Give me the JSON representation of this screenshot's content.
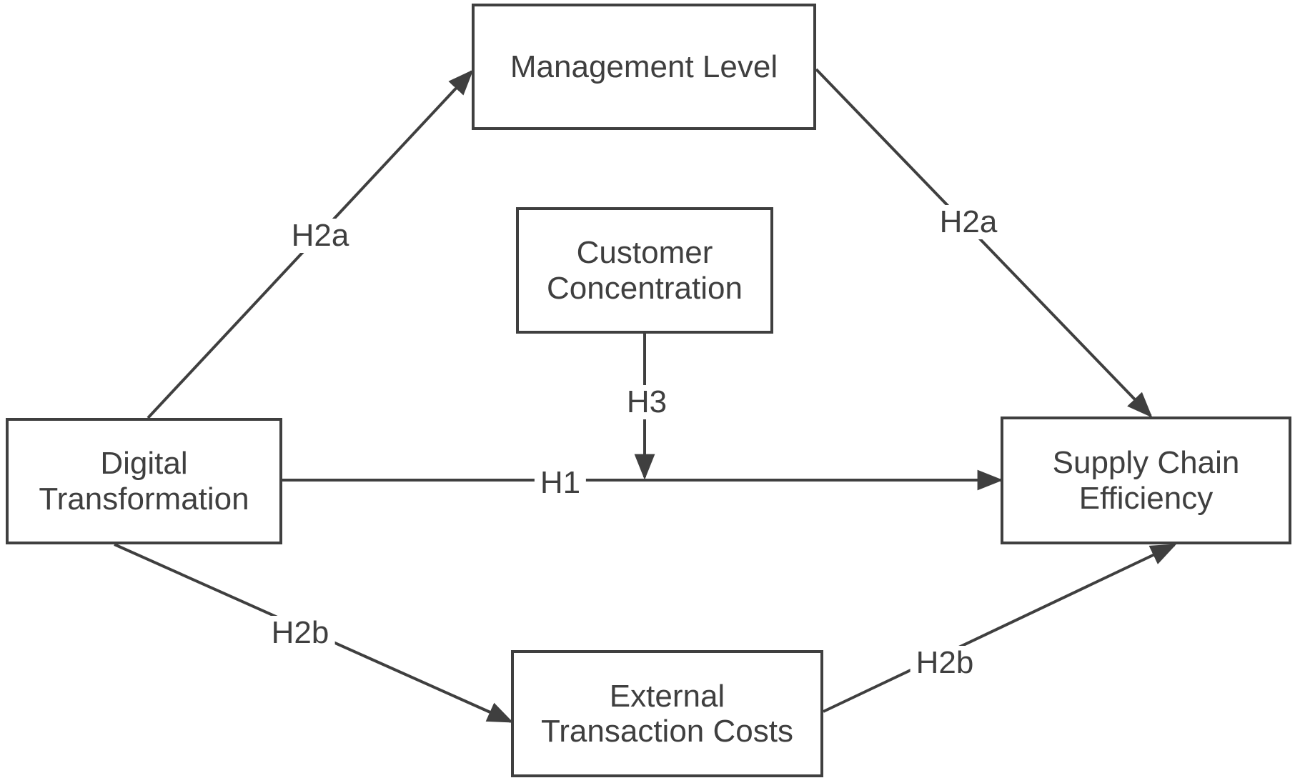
{
  "colors": {
    "background": "#ffffff",
    "stroke": "#3f3f3f",
    "text": "#3f3f3f",
    "box_fill": "#ffffff"
  },
  "boxes": {
    "management_level": {
      "line1": "Management Level",
      "line2": ""
    },
    "customer_concentration": {
      "line1": "Customer",
      "line2": "Concentration"
    },
    "digital_transformation": {
      "line1": "Digital",
      "line2": "Transformation"
    },
    "supply_chain_efficiency": {
      "line1": "Supply Chain",
      "line2": "Efficiency"
    },
    "external_transaction_costs": {
      "line1": "External",
      "line2": "Transaction Costs"
    }
  },
  "hypothesis_labels": {
    "h2a_left": "H2a",
    "h2a_right": "H2a",
    "h1": "H1",
    "h3": "H3",
    "h2b_left": "H2b",
    "h2b_right": "H2b"
  },
  "edges": [
    {
      "from": "Digital Transformation",
      "to": "Management Level",
      "label": "H2a"
    },
    {
      "from": "Management Level",
      "to": "Supply Chain Efficiency",
      "label": "H2a"
    },
    {
      "from": "Digital Transformation",
      "to": "Supply Chain Efficiency",
      "label": "H1"
    },
    {
      "from": "Customer Concentration",
      "to": "H1 path (moderation)",
      "label": "H3"
    },
    {
      "from": "Digital Transformation",
      "to": "External Transaction Costs",
      "label": "H2b"
    },
    {
      "from": "External Transaction Costs",
      "to": "Supply Chain Efficiency",
      "label": "H2b"
    }
  ]
}
